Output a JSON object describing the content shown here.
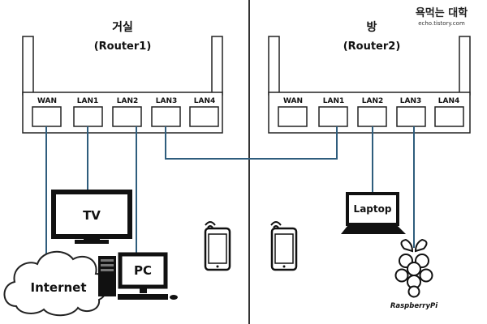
{
  "routers": [
    {
      "name": "거실",
      "model": "(Router1)",
      "ports": [
        "WAN",
        "LAN1",
        "LAN2",
        "LAN3",
        "LAN4"
      ]
    },
    {
      "name": "방",
      "model": "(Router2)",
      "ports": [
        "WAN",
        "LAN1",
        "LAN2",
        "LAN3",
        "LAN4"
      ]
    }
  ],
  "devices": {
    "internet": "Internet",
    "tv": "TV",
    "pc": "PC",
    "laptop": "Laptop",
    "raspberrypi": "RaspberryPi"
  },
  "watermark": {
    "text": "욕먹는 대학",
    "url": "echo.tistory.com"
  },
  "colors": {
    "cable": "#2f5d7d"
  }
}
